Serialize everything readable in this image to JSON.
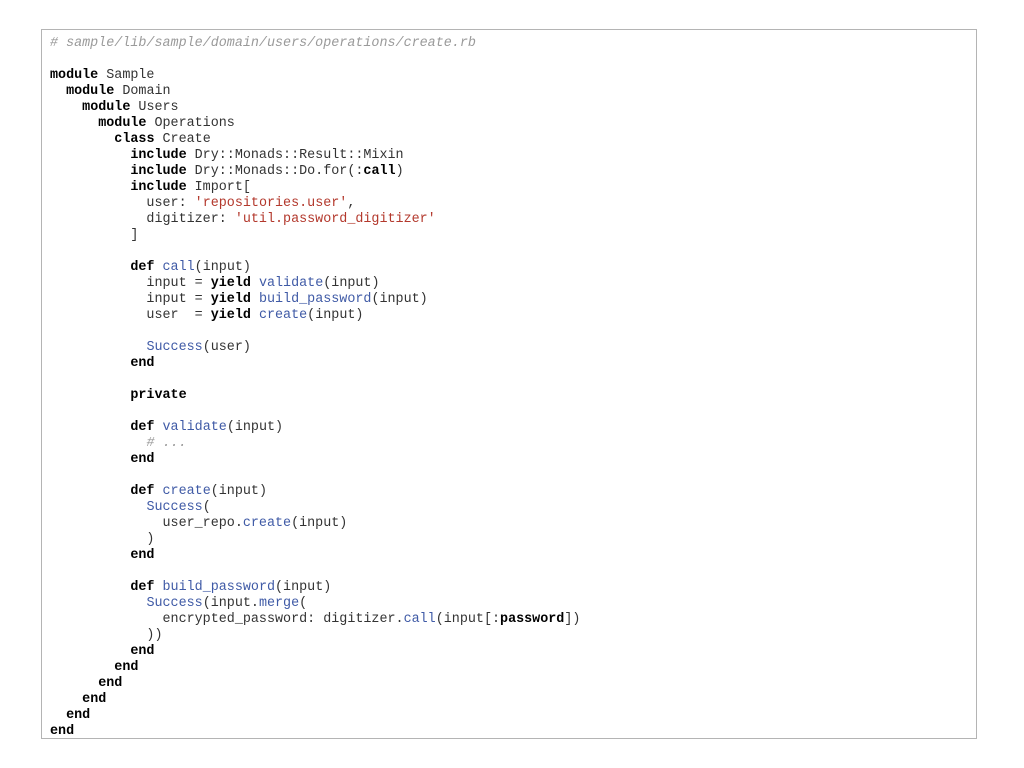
{
  "colors": {
    "keyword": "#000000",
    "comment": "#9a9a9a",
    "string": "#b3382c",
    "function": "#3f5aa6",
    "plain": "#333333",
    "border": "#b4b4b4",
    "background": "#ffffff"
  },
  "code": {
    "lines": [
      [
        {
          "t": "comment",
          "v": "# sample/lib/sample/domain/users/operations/create.rb"
        }
      ],
      [],
      [
        {
          "t": "kw",
          "v": "module"
        },
        {
          "t": "plain",
          "v": " Sample"
        }
      ],
      [
        {
          "t": "plain",
          "v": "  "
        },
        {
          "t": "kw",
          "v": "module"
        },
        {
          "t": "plain",
          "v": " Domain"
        }
      ],
      [
        {
          "t": "plain",
          "v": "    "
        },
        {
          "t": "kw",
          "v": "module"
        },
        {
          "t": "plain",
          "v": " Users"
        }
      ],
      [
        {
          "t": "plain",
          "v": "      "
        },
        {
          "t": "kw",
          "v": "module"
        },
        {
          "t": "plain",
          "v": " Operations"
        }
      ],
      [
        {
          "t": "plain",
          "v": "        "
        },
        {
          "t": "kw",
          "v": "class"
        },
        {
          "t": "plain",
          "v": " Create"
        }
      ],
      [
        {
          "t": "plain",
          "v": "          "
        },
        {
          "t": "kw",
          "v": "include"
        },
        {
          "t": "plain",
          "v": " Dry::Monads::Result::Mixin"
        }
      ],
      [
        {
          "t": "plain",
          "v": "          "
        },
        {
          "t": "kw",
          "v": "include"
        },
        {
          "t": "plain",
          "v": " Dry::Monads::Do.for(:"
        },
        {
          "t": "sym",
          "v": "call"
        },
        {
          "t": "plain",
          "v": ")"
        }
      ],
      [
        {
          "t": "plain",
          "v": "          "
        },
        {
          "t": "kw",
          "v": "include"
        },
        {
          "t": "plain",
          "v": " Import["
        }
      ],
      [
        {
          "t": "plain",
          "v": "            user: "
        },
        {
          "t": "str",
          "v": "'repositories.user'"
        },
        {
          "t": "plain",
          "v": ","
        }
      ],
      [
        {
          "t": "plain",
          "v": "            digitizer: "
        },
        {
          "t": "str",
          "v": "'util.password_digitizer'"
        }
      ],
      [
        {
          "t": "plain",
          "v": "          ]"
        }
      ],
      [],
      [
        {
          "t": "plain",
          "v": "          "
        },
        {
          "t": "kw",
          "v": "def"
        },
        {
          "t": "plain",
          "v": " "
        },
        {
          "t": "fn",
          "v": "call"
        },
        {
          "t": "plain",
          "v": "(input)"
        }
      ],
      [
        {
          "t": "plain",
          "v": "            input = "
        },
        {
          "t": "kw",
          "v": "yield"
        },
        {
          "t": "plain",
          "v": " "
        },
        {
          "t": "fn",
          "v": "validate"
        },
        {
          "t": "plain",
          "v": "(input)"
        }
      ],
      [
        {
          "t": "plain",
          "v": "            input = "
        },
        {
          "t": "kw",
          "v": "yield"
        },
        {
          "t": "plain",
          "v": " "
        },
        {
          "t": "fn",
          "v": "build_password"
        },
        {
          "t": "plain",
          "v": "(input)"
        }
      ],
      [
        {
          "t": "plain",
          "v": "            user  = "
        },
        {
          "t": "kw",
          "v": "yield"
        },
        {
          "t": "plain",
          "v": " "
        },
        {
          "t": "fn",
          "v": "create"
        },
        {
          "t": "plain",
          "v": "(input)"
        }
      ],
      [],
      [
        {
          "t": "plain",
          "v": "            "
        },
        {
          "t": "fn",
          "v": "Success"
        },
        {
          "t": "plain",
          "v": "(user)"
        }
      ],
      [
        {
          "t": "plain",
          "v": "          "
        },
        {
          "t": "kw",
          "v": "end"
        }
      ],
      [],
      [
        {
          "t": "plain",
          "v": "          "
        },
        {
          "t": "kw",
          "v": "private"
        }
      ],
      [],
      [
        {
          "t": "plain",
          "v": "          "
        },
        {
          "t": "kw",
          "v": "def"
        },
        {
          "t": "plain",
          "v": " "
        },
        {
          "t": "fn",
          "v": "validate"
        },
        {
          "t": "plain",
          "v": "(input)"
        }
      ],
      [
        {
          "t": "plain",
          "v": "            "
        },
        {
          "t": "comment",
          "v": "# ..."
        }
      ],
      [
        {
          "t": "plain",
          "v": "          "
        },
        {
          "t": "kw",
          "v": "end"
        }
      ],
      [],
      [
        {
          "t": "plain",
          "v": "          "
        },
        {
          "t": "kw",
          "v": "def"
        },
        {
          "t": "plain",
          "v": " "
        },
        {
          "t": "fn",
          "v": "create"
        },
        {
          "t": "plain",
          "v": "(input)"
        }
      ],
      [
        {
          "t": "plain",
          "v": "            "
        },
        {
          "t": "fn",
          "v": "Success"
        },
        {
          "t": "plain",
          "v": "("
        }
      ],
      [
        {
          "t": "plain",
          "v": "              user_repo."
        },
        {
          "t": "fn",
          "v": "create"
        },
        {
          "t": "plain",
          "v": "(input)"
        }
      ],
      [
        {
          "t": "plain",
          "v": "            )"
        }
      ],
      [
        {
          "t": "plain",
          "v": "          "
        },
        {
          "t": "kw",
          "v": "end"
        }
      ],
      [],
      [
        {
          "t": "plain",
          "v": "          "
        },
        {
          "t": "kw",
          "v": "def"
        },
        {
          "t": "plain",
          "v": " "
        },
        {
          "t": "fn",
          "v": "build_password"
        },
        {
          "t": "plain",
          "v": "(input)"
        }
      ],
      [
        {
          "t": "plain",
          "v": "            "
        },
        {
          "t": "fn",
          "v": "Success"
        },
        {
          "t": "plain",
          "v": "(input."
        },
        {
          "t": "fn",
          "v": "merge"
        },
        {
          "t": "plain",
          "v": "("
        }
      ],
      [
        {
          "t": "plain",
          "v": "              encrypted_password: digitizer."
        },
        {
          "t": "fn",
          "v": "call"
        },
        {
          "t": "plain",
          "v": "(input[:"
        },
        {
          "t": "sym",
          "v": "password"
        },
        {
          "t": "plain",
          "v": "])"
        }
      ],
      [
        {
          "t": "plain",
          "v": "            ))"
        }
      ],
      [
        {
          "t": "plain",
          "v": "          "
        },
        {
          "t": "kw",
          "v": "end"
        }
      ],
      [
        {
          "t": "plain",
          "v": "        "
        },
        {
          "t": "kw",
          "v": "end"
        }
      ],
      [
        {
          "t": "plain",
          "v": "      "
        },
        {
          "t": "kw",
          "v": "end"
        }
      ],
      [
        {
          "t": "plain",
          "v": "    "
        },
        {
          "t": "kw",
          "v": "end"
        }
      ],
      [
        {
          "t": "plain",
          "v": "  "
        },
        {
          "t": "kw",
          "v": "end"
        }
      ],
      [
        {
          "t": "kw",
          "v": "end"
        }
      ]
    ]
  }
}
